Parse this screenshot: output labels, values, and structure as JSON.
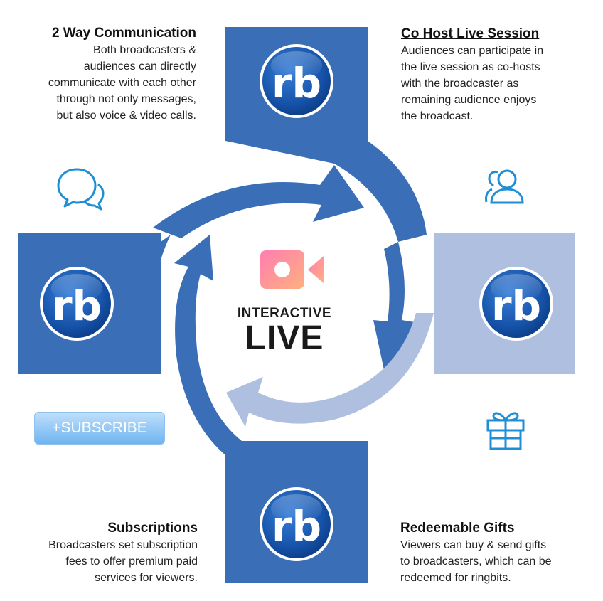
{
  "colors": {
    "primary_blue": "#3a6fb8",
    "light_blue": "#aebfe0",
    "badge_blue": "#1552a8",
    "icon_blue": "#1e8fd6",
    "camera_gradient_start": "#ff7db0",
    "camera_gradient_end": "#ffb080"
  },
  "center": {
    "title_small": "INTERACTIVE",
    "title_big": "LIVE",
    "icon": "video-camera-icon"
  },
  "badges": {
    "text": "rb"
  },
  "features": {
    "two_way": {
      "title": "2 Way Communication",
      "lines": [
        "Both broadcasters &",
        "audiences can directly",
        "communicate with each other",
        "through not only messages,",
        "but also voice & video calls."
      ],
      "icon": "chat-bubbles-icon"
    },
    "cohost": {
      "title": "Co Host Live Session",
      "lines": [
        "Audiences can participate in",
        "the live session as co-hosts",
        "with the broadcaster as",
        "remaining audience enjoys",
        "the broadcast."
      ],
      "icon": "users-icon"
    },
    "subscriptions": {
      "title": "Subscriptions",
      "lines": [
        "Broadcasters set subscription",
        "fees to offer premium paid",
        "services for viewers."
      ],
      "icon": "subscribe-button"
    },
    "gifts": {
      "title": "Redeemable Gifts",
      "lines": [
        "Viewers can buy & send gifts",
        "to broadcasters, which can be",
        "redeemed for ringbits."
      ],
      "icon": "gift-icon"
    }
  },
  "subscribe_button": {
    "label": "+SUBSCRIBE"
  }
}
